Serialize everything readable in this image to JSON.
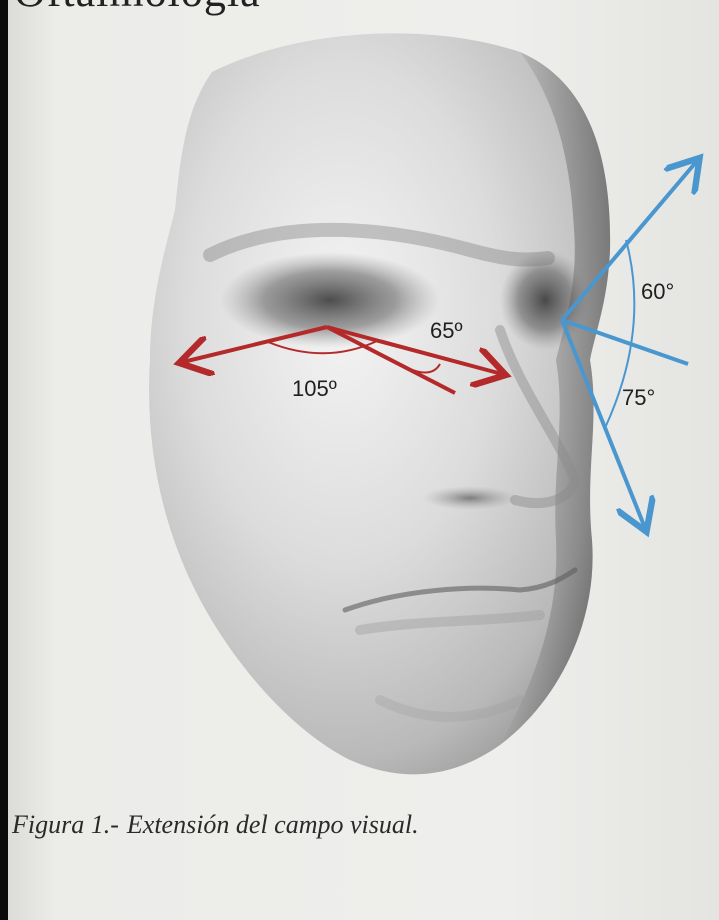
{
  "header": {
    "cut_off_text": "Oftalmología"
  },
  "figure": {
    "left_angles": {
      "total": "105º",
      "inner": "65º"
    },
    "right_angles": {
      "upper": "60°",
      "lower": "75°"
    },
    "colors": {
      "left_field": "#b42a2a",
      "right_field": "#4a97cf",
      "face_shade": "#7a7a7a"
    }
  },
  "caption": {
    "lead": "Figura 1.-",
    "text": "Extensión del campo visual."
  }
}
